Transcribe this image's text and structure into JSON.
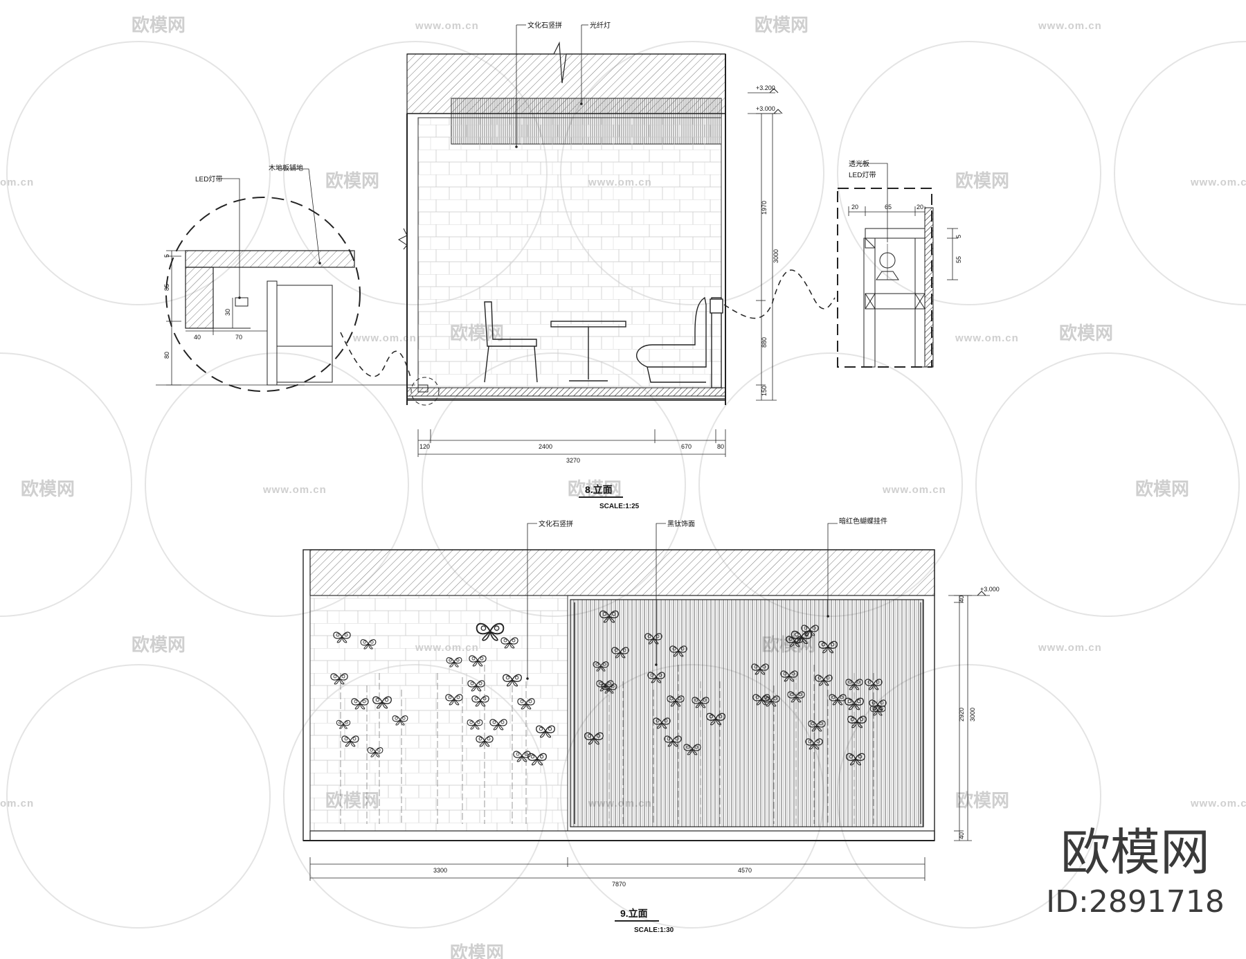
{
  "elevation8": {
    "title": "8.立面",
    "scale": "SCALE:1:25",
    "callouts": {
      "stone": "文化石竖拼",
      "fiber_light": "光纤灯"
    },
    "levels": {
      "top": "+3.200",
      "ceiling": "+3.000"
    },
    "dims_vertical": [
      "1970",
      "3000",
      "880",
      "150"
    ],
    "dims_horizontal": [
      "120",
      "2400",
      "670",
      "80"
    ],
    "dim_total": "3270"
  },
  "detail_left": {
    "led_label": "LED灯带",
    "floor_label": "木地板铺地",
    "dims": [
      "5",
      "85",
      "30",
      "40",
      "70",
      "80"
    ]
  },
  "detail_right": {
    "panel_label": "透光板",
    "led_label": "LED灯带",
    "dims": [
      "20",
      "65",
      "20",
      "5",
      "55"
    ]
  },
  "elevation9": {
    "title": "9.立面",
    "scale": "SCALE:1:30",
    "callouts": {
      "stone": "文化石竖拼",
      "titanium": "黑钛饰面",
      "butterflies": "暗红色蝴蝶挂件"
    },
    "level": "+3.000",
    "dims_vertical": [
      "40",
      "2920",
      "3000",
      "40"
    ],
    "dims_horizontal": [
      "3300",
      "4570"
    ],
    "dim_total": "7870"
  },
  "watermark": {
    "brand": "欧模网",
    "url": "www.om.cn",
    "url_short": "om.cn"
  },
  "brand": {
    "name": "欧模网",
    "id": "ID:2891718"
  }
}
